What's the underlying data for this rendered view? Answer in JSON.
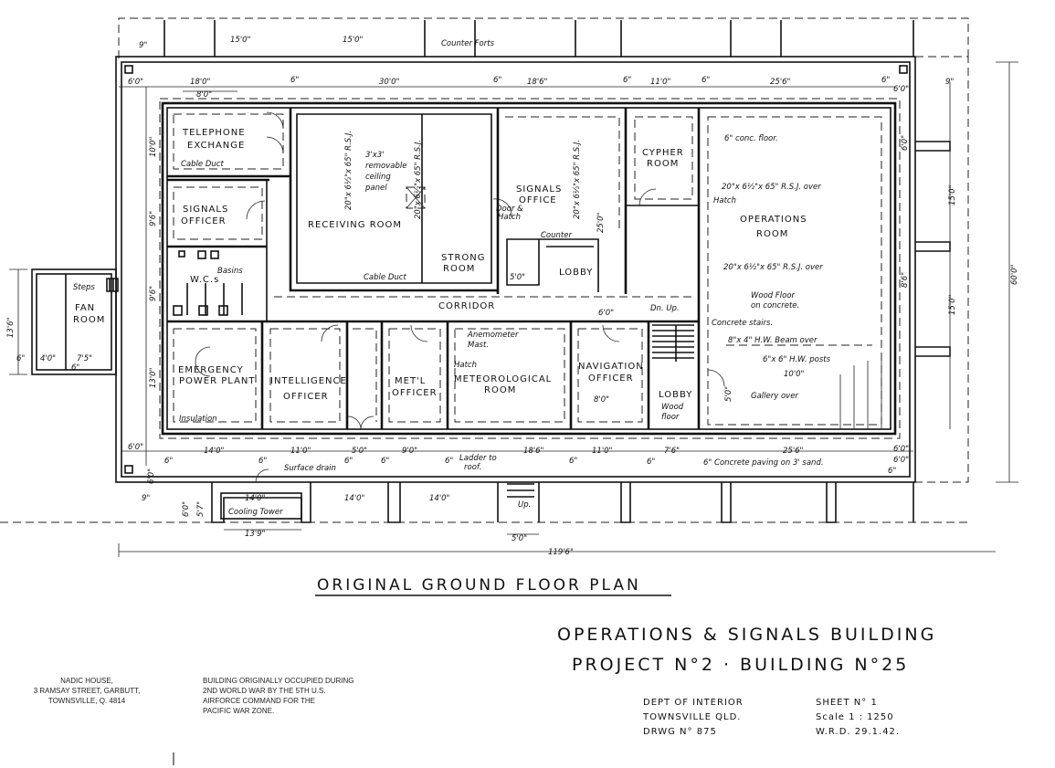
{
  "plan": {
    "rooms": {
      "telephone": [
        "TELEPHONE",
        "EXCHANGE"
      ],
      "signals_officer": [
        "SIGNALS",
        "OFFICER"
      ],
      "wcs": "W.C.s",
      "basins": "Basins",
      "receiving": "RECEIVING  ROOM",
      "signals_office": [
        "SIGNALS",
        "OFFICE"
      ],
      "strong_room": [
        "STRONG",
        "ROOM"
      ],
      "lobby_top": "LOBBY",
      "cypher": [
        "CYPHER",
        "ROOM"
      ],
      "operations": [
        "OPERATIONS",
        "ROOM"
      ],
      "corridor": "CORRIDOR",
      "fan_room": [
        "FAN",
        "ROOM"
      ],
      "emergency": [
        "EMERGENCY",
        "POWER PLANT"
      ],
      "intelligence": [
        "INTELLIGENCE",
        "OFFICER"
      ],
      "metl": [
        "MET'L",
        "OFFICER"
      ],
      "meteorological": [
        "METEOROLOGICAL",
        "ROOM"
      ],
      "navigation": [
        "NAVIGATION",
        "OFFICER"
      ],
      "lobby_bottom": [
        "LOBBY",
        "Wood",
        "floor"
      ],
      "cooling_tower": "Cooling Tower"
    },
    "notes": {
      "counter_forts": "Counter Forts",
      "cable_duct_1": "Cable Duct",
      "cable_duct_2": "Cable Duct",
      "ceiling_panel": [
        "3'x3'",
        "removable",
        "ceiling",
        "panel"
      ],
      "rsj_1": "20\"x 6½\"x 65\" R.S.J.",
      "rsj_2": "20\"x 6½\"x 65\" R.S.J.",
      "rsj_3": "20\"x 6½\"x 65\" R.S.J.",
      "door_hatch": [
        "Door &",
        "Hatch"
      ],
      "counter": "Counter",
      "conc_floor": "6\" conc. floor.",
      "rsj_over_1": "20\"x 6½\"x 65\" R.S.J. over",
      "rsj_over_2": "20\"x 6½\"x 65\" R.S.J. over",
      "hatch_ops": "Hatch",
      "wood_floor": [
        "Wood Floor",
        "on concrete."
      ],
      "dn_up": "Dn.  Up.",
      "concrete_stairs": "Concrete stairs.",
      "hw_beam": "8\"x 4\" H.W. Beam over",
      "posts": "6\"x 6\" H.W. posts",
      "gallery": "Gallery over",
      "anemometer": [
        "Anemometer",
        "Mast."
      ],
      "hatch_met": "Hatch",
      "steps": "Steps",
      "insulation": "Insulation",
      "surface_drain": "Surface drain",
      "ladder": [
        "Ladder to",
        "roof."
      ],
      "paving": "6\" Concrete paving on 3' sand.",
      "up": "Up."
    },
    "dims": {
      "top_15a": "15'0\"",
      "top_15b": "15'0\"",
      "t_9a": "9\"",
      "t_6_0a": "6'0\"",
      "t_18": "18'0\"",
      "t_8": "8'0\"",
      "t_6a": "6\"",
      "t_30": "30'0\"",
      "t_6b": "6\"",
      "t_18_6": "18'6\"",
      "t_6c": "6\"",
      "t_11": "11'0\"",
      "t_6d": "6\"",
      "t_25_6": "25'6\"",
      "t_6e": "6\"",
      "t_6_0b": "6'0\"",
      "t_9b": "9\"",
      "l_10": "10'0\"",
      "l_9_6": "9'6\"",
      "l_9_6b": "9'6\"",
      "l_13_0": "13'0\"",
      "l_6_0": "6'0\"",
      "l_9": "9\"",
      "fan_13_6": "13'6\"",
      "fan_6": "6\"",
      "fan_4": "4'0\"",
      "fan_7_5": "7'5\"",
      "fan_6b": "6\"",
      "r_25": "25'0\"",
      "r_6": "6'0\"",
      "r_15a": "15'0\"",
      "r_15b": "15'0\"",
      "r_8_6": "8'6\"",
      "r_6b": "6'0\"",
      "total_h": "60'0\"",
      "b_6_0": "6'0\"",
      "b_14": "14'0\"",
      "b_11": "11'0\"",
      "b_5": "5'0\"",
      "b_9": "9'0\"",
      "b_18_6": "18'6\"",
      "b_11b": "11'0\"",
      "b_7_6": "7'6\"",
      "b_25_6": "25'6\"",
      "b_6_0b": "6'0\"",
      "b_6a": "6\"",
      "b_6b": "6\"",
      "b_6c": "6\"",
      "b_6d": "6\"",
      "b_6e": "6\"",
      "b_6f": "6\"",
      "b_6g": "6\"",
      "b_6h": "6\"",
      "s_14a": "14'0\"",
      "s_14b": "14'0\"",
      "s_14c": "14'0\"",
      "s_6": "6'0\"",
      "s_5_7": "5'7\"",
      "s_13_9": "13'9\"",
      "s_5": "5'0\"",
      "lobby_5": "5'0\"",
      "nav_8": "8'0\"",
      "stair_5": "5'0\"",
      "posts_10": "10'0\"",
      "total_w": "119'6\"",
      "hall_6": "6'0\""
    },
    "title": "ORIGINAL GROUND FLOOR PLAN"
  },
  "title_block": {
    "line1": "OPERATIONS  &  SIGNALS BUILDING",
    "line2": "PROJECT N°2  ·  BUILDING N°25",
    "dept": [
      "DEPT OF INTERIOR",
      "TOWNSVILLE QLD.",
      "DRWG   N° 875"
    ],
    "sheet": [
      "SHEET  N° 1",
      "Scale  1 : 1250",
      "W.R.D.  29.1.42."
    ]
  },
  "address": [
    "NADIC HOUSE,",
    "3 RAMSAY STREET, GARBUTT,",
    "TOWNSVILLE, Q. 4814"
  ],
  "history": [
    "BUILDING ORIGINALLY OCCUPIED DURING",
    "2ND WORLD WAR BY THE 5TH U.S.",
    "AIRFORCE COMMAND FOR THE",
    "PACIFIC WAR ZONE."
  ]
}
